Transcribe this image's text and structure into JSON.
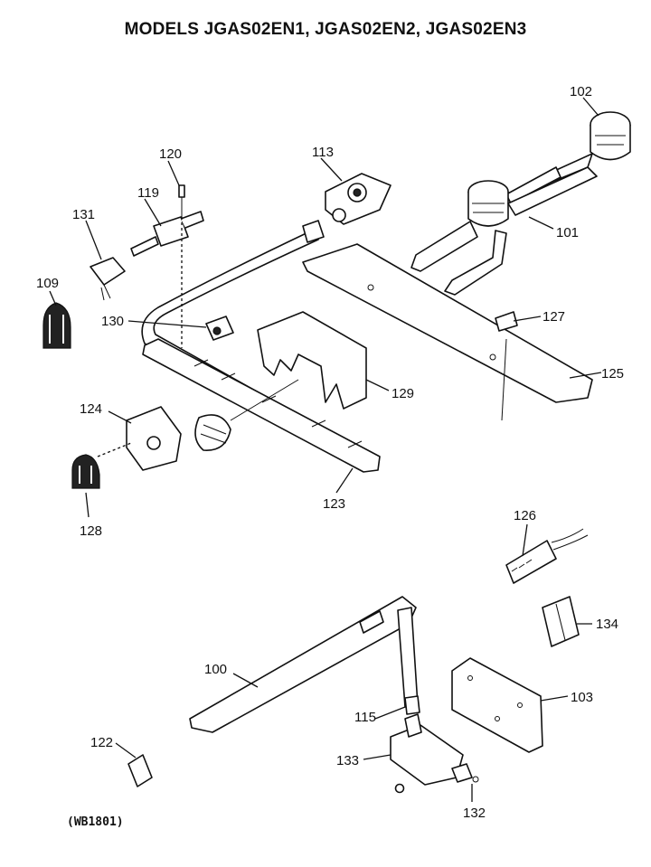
{
  "title": "MODELS JGAS02EN1, JGAS02EN2, JGAS02EN3",
  "drawing_code": "(WB1801)",
  "parts": [
    {
      "id": "100",
      "label": "100"
    },
    {
      "id": "101",
      "label": "101"
    },
    {
      "id": "102",
      "label": "102"
    },
    {
      "id": "103",
      "label": "103"
    },
    {
      "id": "109",
      "label": "109"
    },
    {
      "id": "113",
      "label": "113"
    },
    {
      "id": "115",
      "label": "115"
    },
    {
      "id": "119",
      "label": "119"
    },
    {
      "id": "120",
      "label": "120"
    },
    {
      "id": "122",
      "label": "122"
    },
    {
      "id": "123",
      "label": "123"
    },
    {
      "id": "124",
      "label": "124"
    },
    {
      "id": "125",
      "label": "125"
    },
    {
      "id": "126",
      "label": "126"
    },
    {
      "id": "127",
      "label": "127"
    },
    {
      "id": "128",
      "label": "128"
    },
    {
      "id": "129",
      "label": "129"
    },
    {
      "id": "130",
      "label": "130"
    },
    {
      "id": "131",
      "label": "131"
    },
    {
      "id": "132",
      "label": "132"
    },
    {
      "id": "133",
      "label": "133"
    },
    {
      "id": "134",
      "label": "134"
    }
  ]
}
